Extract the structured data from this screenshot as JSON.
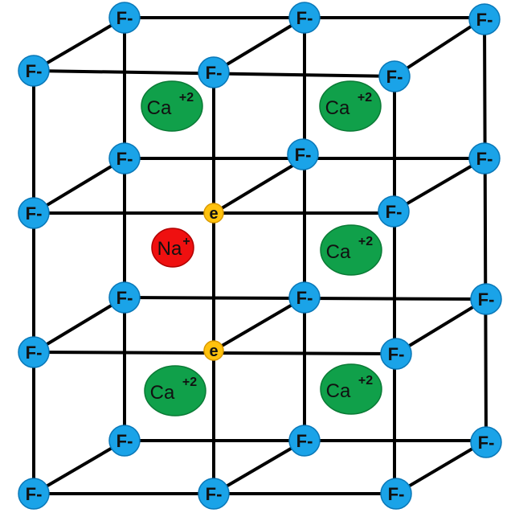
{
  "fluoride": {
    "label": "F-",
    "color": "#1aa3e8"
  },
  "calcium": {
    "symbol": "Ca",
    "charge": "+2",
    "color": "#10a04a"
  },
  "sodium": {
    "symbol": "Na",
    "charge": "+",
    "color": "#ef1010"
  },
  "electron": {
    "label": "e",
    "color": "#ffc20e"
  }
}
